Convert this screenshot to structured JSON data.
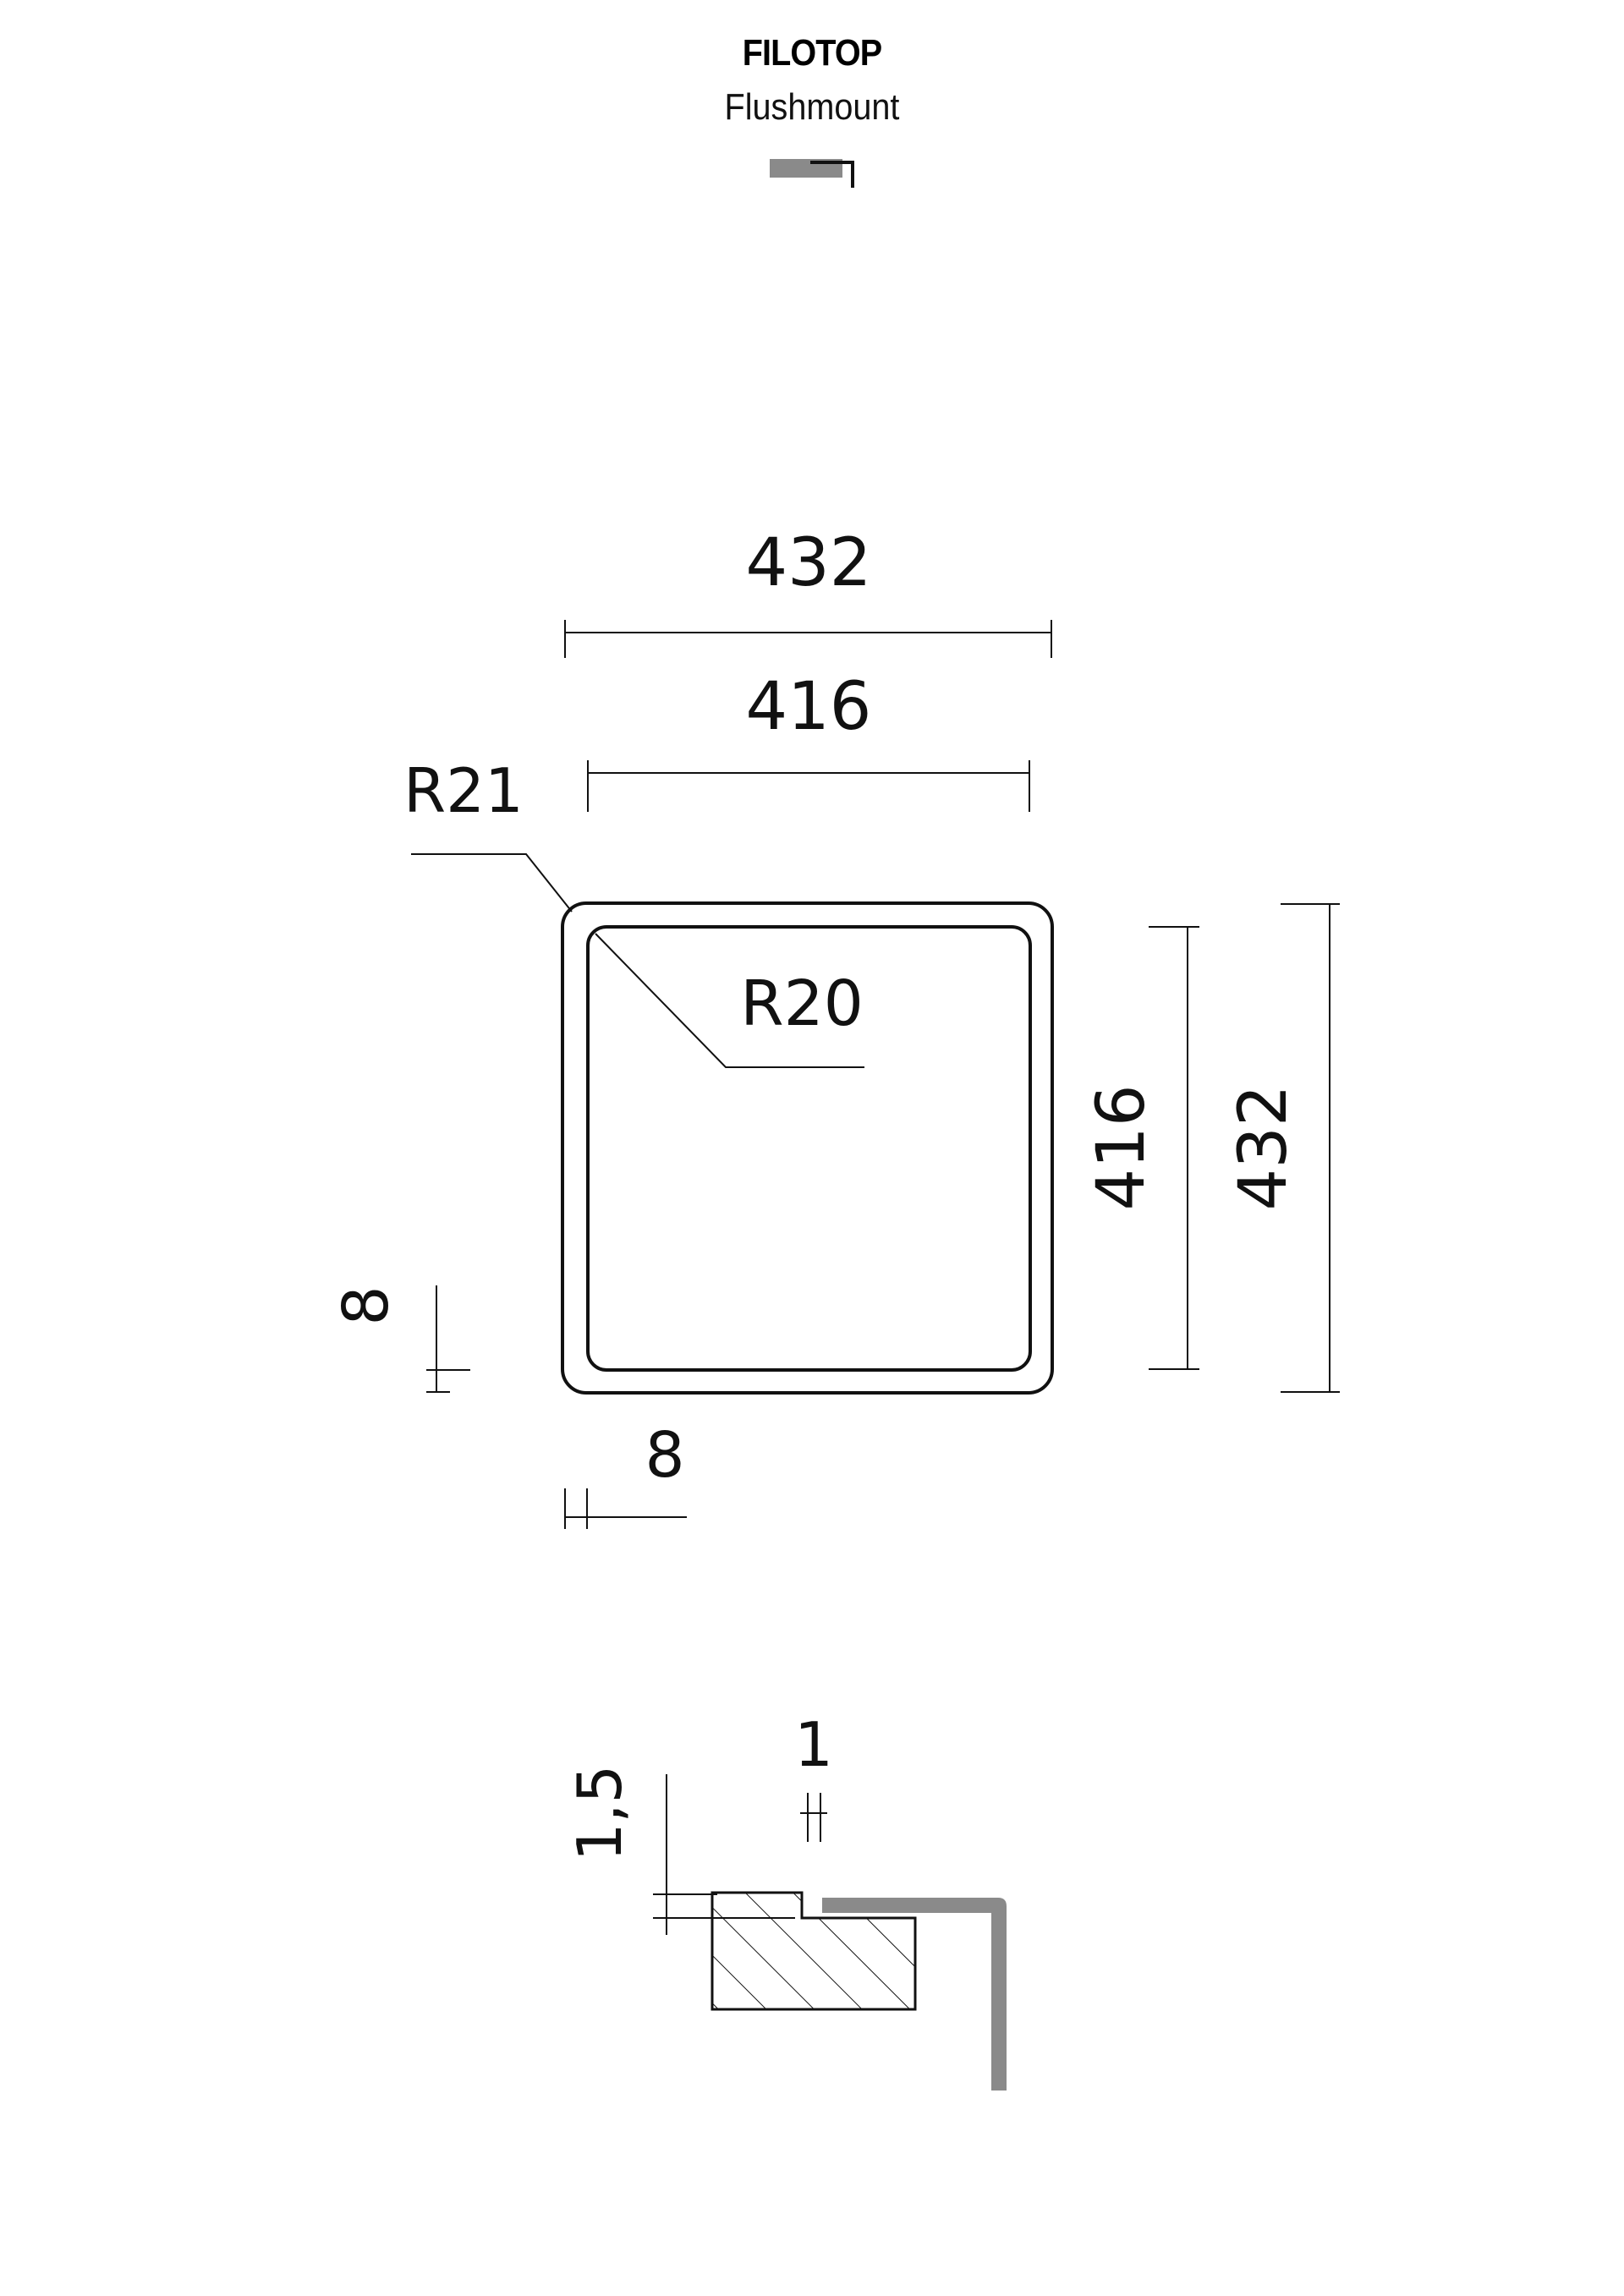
{
  "header": {
    "title": "FILOTOP",
    "subtitle": "Flushmount",
    "mount_icon": "flushmount-profile-icon"
  },
  "plan_view": {
    "outer_width_label": "432",
    "inner_width_label": "416",
    "outer_height_label": "432",
    "inner_height_label": "416",
    "outer_radius_label": "R21",
    "inner_radius_label": "R20",
    "rim_bottom_label": "8",
    "rim_left_label": "8"
  },
  "section_detail": {
    "offset_label": "1",
    "depth_label": "1,5"
  },
  "colors": {
    "line": "#111111",
    "sink_profile": "#8a8a8a"
  }
}
